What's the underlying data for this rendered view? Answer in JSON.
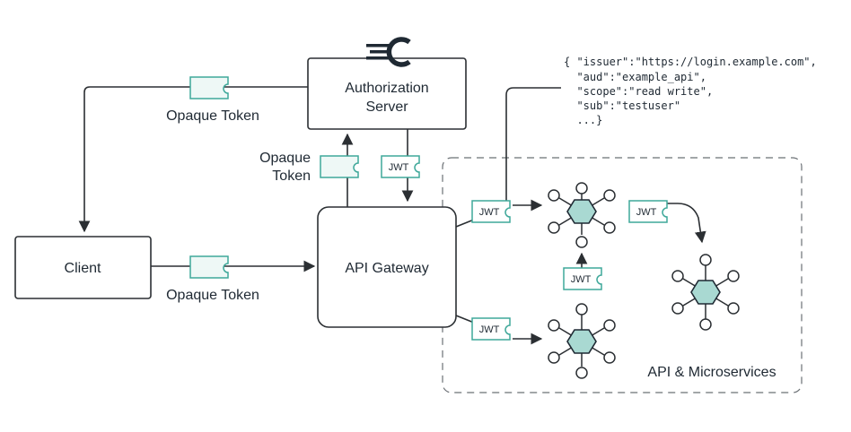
{
  "nodes": {
    "auth_server": {
      "line1": "Authorization",
      "line2": "Server"
    },
    "client": {
      "label": "Client"
    },
    "gateway": {
      "label": "API Gateway"
    },
    "region": {
      "label": "API & Microservices"
    }
  },
  "tokens": {
    "opaque_top": "Opaque Token",
    "opaque_side_line1": "Opaque",
    "opaque_side_line2": "Token",
    "opaque_bottom": "Opaque Token",
    "jwt": "JWT"
  },
  "jwt_payload": {
    "lines": [
      "{ \"issuer\":\"https://login.example.com\",",
      "  \"aud\":\"example_api\",",
      "  \"scope\":\"read write\",",
      "  \"sub\":\"testuser\"",
      "  ...}"
    ]
  },
  "colors": {
    "line": "#2b2f33",
    "token_stroke": "#3fa89a",
    "token_fill": "#eef8f6",
    "hex_fill": "#a9d9d2",
    "hex_stroke": "#1f2933"
  },
  "icons": {
    "logo": "curity-logo-icon"
  }
}
